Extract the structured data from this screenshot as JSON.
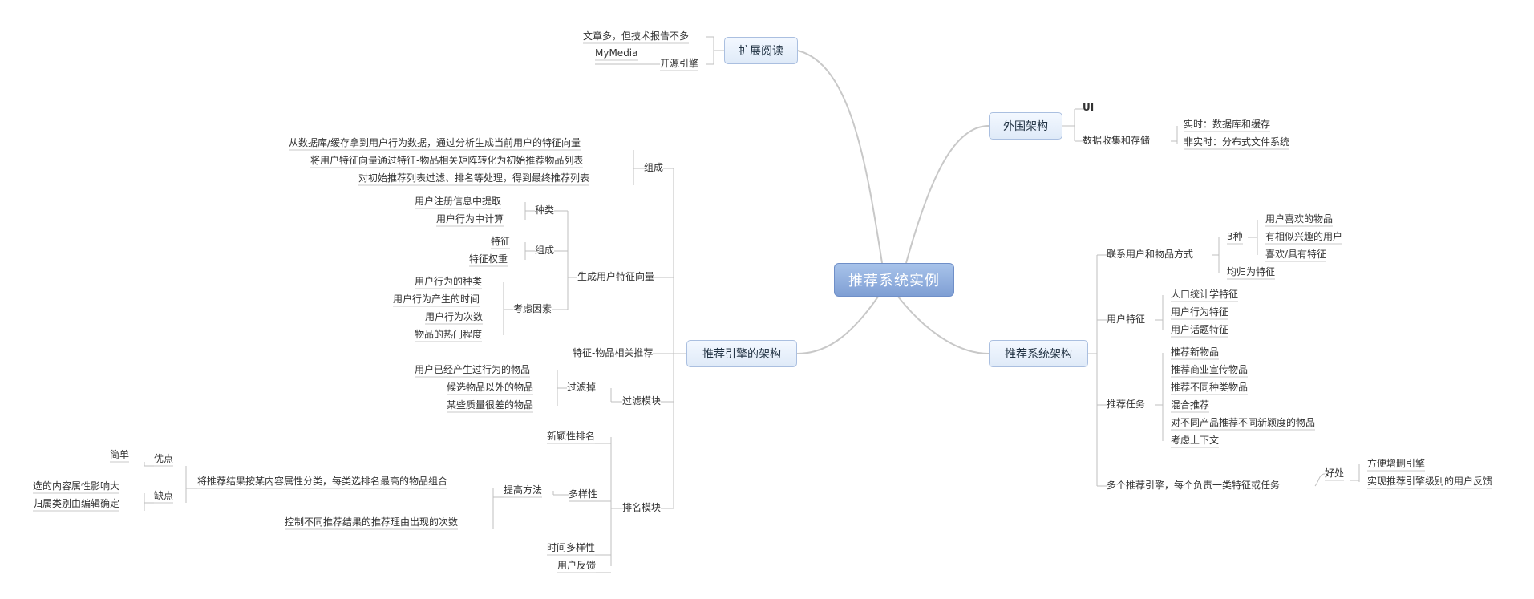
{
  "center": "推荐系统实例",
  "branches": {
    "extended": {
      "label": "扩展阅读",
      "items": [
        "文章多，但技术报告不多",
        "开源引擎",
        "MyMedia"
      ]
    },
    "peripheral": {
      "label": "外围架构",
      "ui": "UI",
      "storage": "数据收集和存储",
      "realtime": "实时：数据库和缓存",
      "nonrealtime": "非实时：分布式文件系统"
    },
    "system": {
      "label": "推荐系统架构",
      "link_methods": "联系用户和物品方式",
      "three_kinds": "3种",
      "link_items": [
        "用户喜欢的物品",
        "有相似兴趣的用户",
        "喜欢/具有特征"
      ],
      "unified": "均归为特征",
      "user_features": "用户特征",
      "feature_items": [
        "人口统计学特征",
        "用户行为特征",
        "用户话题特征"
      ],
      "tasks": "推荐任务",
      "task_items": [
        "推荐新物品",
        "推荐商业宣传物品",
        "推荐不同种类物品",
        "混合推荐",
        "对不同产品推荐不同新颖度的物品",
        "考虑上下文"
      ],
      "multi_engine": "多个推荐引擎，每个负责一类特征或任务",
      "benefits": "好处",
      "benefit_items": [
        "方便增删引擎",
        "实现推荐引擎级别的用户反馈"
      ]
    },
    "engine": {
      "label": "推荐引擎的架构",
      "composition": "组成",
      "composition_items": [
        "从数据库/缓存拿到用户行为数据，通过分析生成当前用户的特征向量",
        "将用户特征向量通过特征-物品相关矩阵转化为初始推荐物品列表",
        "对初始推荐列表过滤、排名等处理，得到最终推荐列表"
      ],
      "gen_vector": "生成用户特征向量",
      "kinds": "种类",
      "kind_items": [
        "用户注册信息中提取",
        "用户行为中计算"
      ],
      "comp": "组成",
      "comp_items": [
        "特征",
        "特征权重"
      ],
      "factors": "考虑因素",
      "factor_items": [
        "用户行为的种类",
        "用户行为产生的时间",
        "用户行为次数",
        "物品的热门程度"
      ],
      "feature_item": "特征-物品相关推荐",
      "filter": "过滤模块",
      "filter_out": "过滤掉",
      "filter_items": [
        "用户已经产生过行为的物品",
        "候选物品以外的物品",
        "某些质量很差的物品"
      ],
      "rank": "排名模块",
      "novelty": "新颖性排名",
      "diversity": "多样性",
      "improve": "提高方法",
      "method1": "将推荐结果按某内容属性分类，每类选排名最高的物品组合",
      "method2": "控制不同推荐结果的推荐理由出现的次数",
      "pros": "优点",
      "pros_item": "简单",
      "cons": "缺点",
      "cons_items": [
        "选的内容属性影响大",
        "归属类别由编辑确定"
      ],
      "time_div": "时间多样性",
      "feedback": "用户反馈"
    }
  }
}
